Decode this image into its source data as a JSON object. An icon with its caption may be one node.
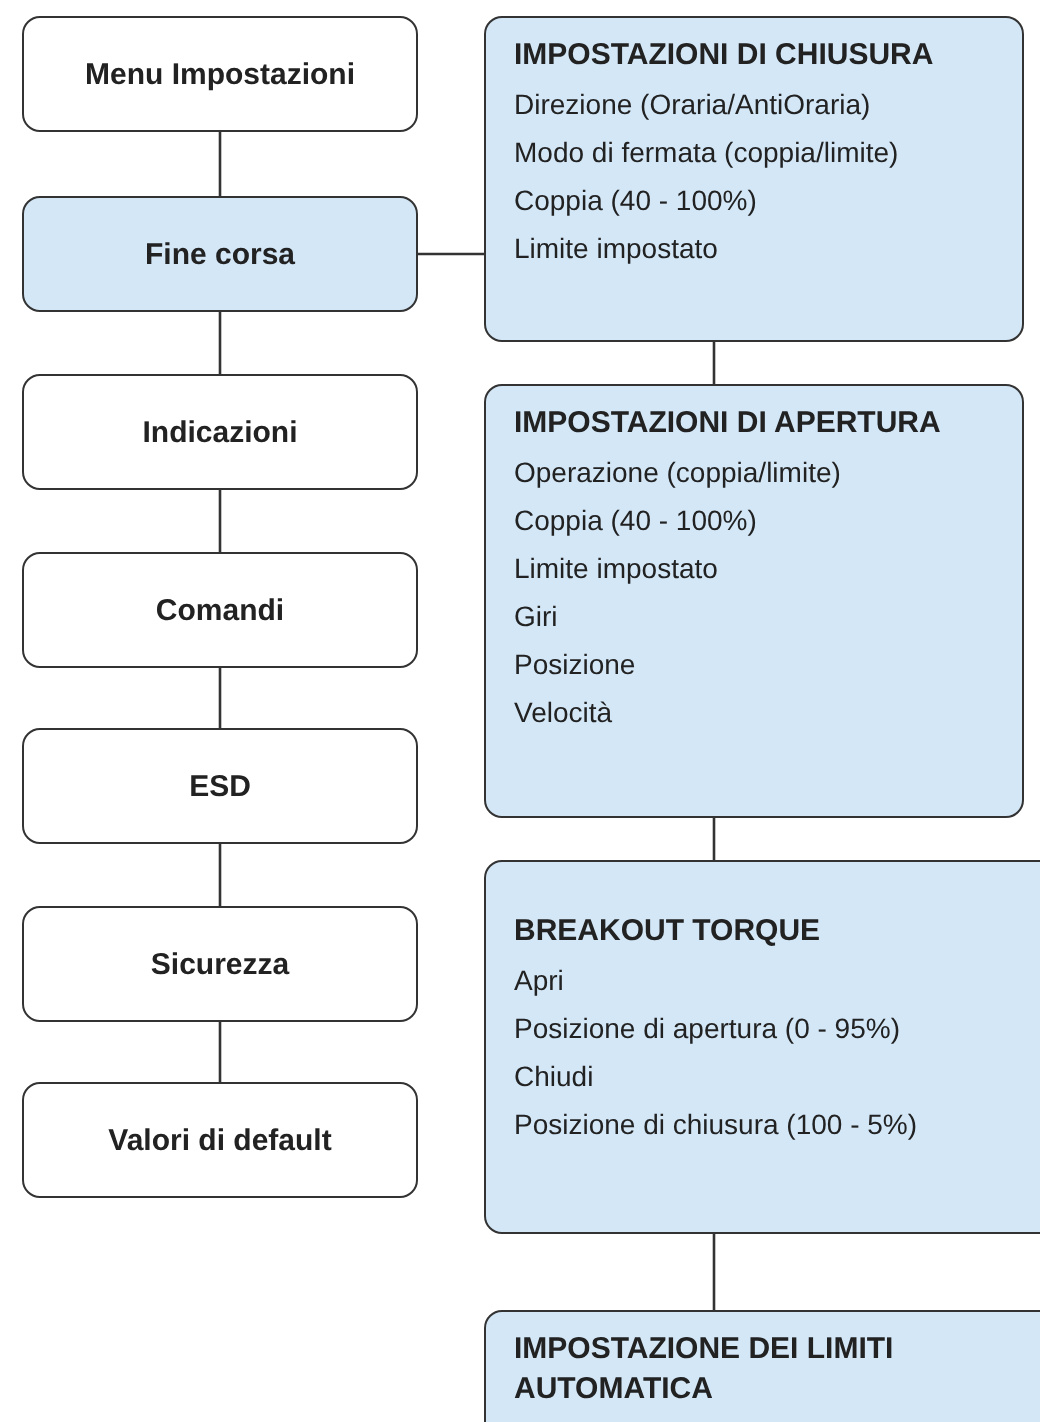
{
  "diagram": {
    "nodes": [
      {
        "text": [
          "Menu Impostazioni"
        ]
      },
      {
        "text": [
          "Fine corsa"
        ]
      },
      {
        "text": [
          "Indicazioni"
        ]
      },
      {
        "text": [
          "Comandi"
        ]
      },
      {
        "text": [
          "ESD"
        ]
      },
      {
        "text": [
          "Sicurezza"
        ]
      },
      {
        "text": [
          "Valori di default"
        ]
      },
      {
        "text": [
          "IMPOSTAZIONI DI CHIUSURA",
          "Direzione (Oraria/AntiOraria)",
          "Modo di fermata (coppia/limite)",
          "Coppia (40 - 100%)",
          "Limite impostato"
        ]
      },
      {
        "text": [
          "IMPOSTAZIONI DI APERTURA",
          "Operazione (coppia/limite)",
          "Coppia (40 - 100%)",
          "Limite impostato",
          "Giri",
          "Posizione",
          "Velocità"
        ]
      },
      {
        "text": [
          "BREAKOUT TORQUE",
          "Apri",
          "Posizione di apertura (0 - 95%)",
          "Chiudi",
          "Posizione di chiusura (100 - 5%)"
        ]
      },
      {
        "text": [
          "IMPOSTAZIONE DEI LIMITI AUTOMATICA"
        ]
      }
    ],
    "edges": [
      {
        "from": 0,
        "to": 1,
        "arrow": "none"
      },
      {
        "from": 1,
        "to": 2,
        "arrow": "none"
      },
      {
        "from": 2,
        "to": 3,
        "arrow": "none"
      },
      {
        "from": 3,
        "to": 4,
        "arrow": "none"
      },
      {
        "from": 4,
        "to": 5,
        "arrow": "none"
      },
      {
        "from": 5,
        "to": 6,
        "arrow": "none"
      },
      {
        "from": 1,
        "to": 7,
        "arrow": "none"
      },
      {
        "from": 7,
        "to": 8,
        "arrow": "none"
      },
      {
        "from": 8,
        "to": 9,
        "arrow": "none"
      },
      {
        "from": 9,
        "to": 10,
        "arrow": "none"
      }
    ]
  }
}
